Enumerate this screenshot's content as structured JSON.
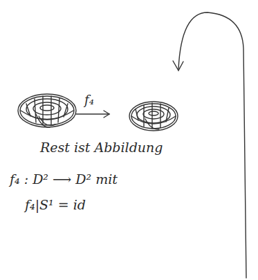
{
  "diagram": {
    "labels": [
      "f₄",
      "Rest ist Abbildung",
      "f₄ : D² ⟶ D² mit",
      "f₄|S¹ = id"
    ]
  }
}
